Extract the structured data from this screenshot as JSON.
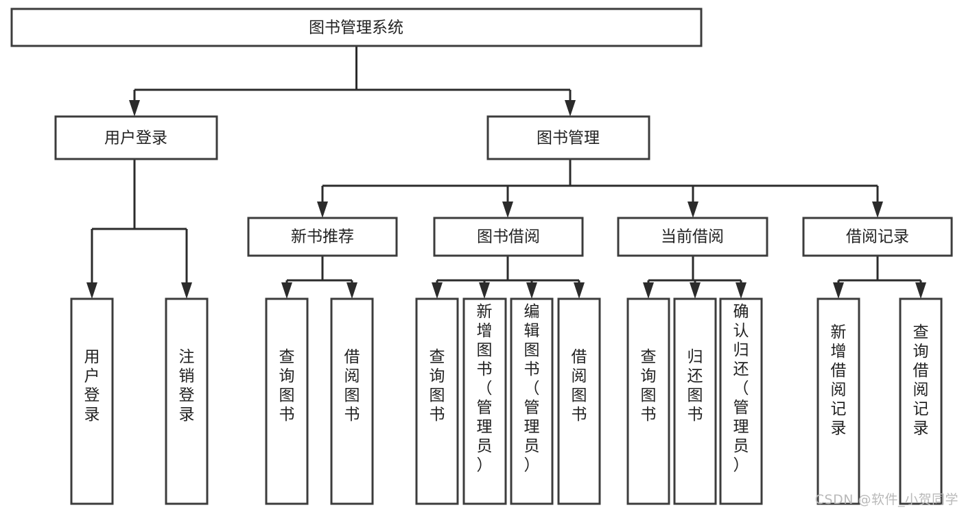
{
  "diagram": {
    "type": "tree-hierarchy-chart",
    "title": "图书管理系统",
    "orientation": "top-down",
    "box_fill": "#ffffff",
    "box_stroke": "#3c3c3c",
    "connector_color": "#2b2b2b",
    "text_color": "#222222",
    "levels": [
      {
        "level": 1,
        "nodes": [
          {
            "id": "root",
            "label": "图书管理系统",
            "text_direction": "horizontal"
          }
        ]
      },
      {
        "level": 2,
        "nodes": [
          {
            "id": "user-login",
            "label": "用户登录",
            "text_direction": "horizontal",
            "parent": "root"
          },
          {
            "id": "book-management",
            "label": "图书管理",
            "text_direction": "horizontal",
            "parent": "root"
          }
        ]
      },
      {
        "level": 3,
        "nodes": [
          {
            "id": "new-book-recommend",
            "label": "新书推荐",
            "text_direction": "horizontal",
            "parent": "book-management"
          },
          {
            "id": "book-borrow",
            "label": "图书借阅",
            "text_direction": "horizontal",
            "parent": "book-management"
          },
          {
            "id": "current-borrow",
            "label": "当前借阅",
            "text_direction": "horizontal",
            "parent": "book-management"
          },
          {
            "id": "borrow-record",
            "label": "借阅记录",
            "text_direction": "horizontal",
            "parent": "book-management"
          }
        ]
      },
      {
        "level": 4,
        "nodes": [
          {
            "id": "leaf-user-login",
            "label": "用户登录",
            "text_direction": "vertical",
            "parent": "user-login"
          },
          {
            "id": "leaf-logout-login",
            "label": "注销登录",
            "text_direction": "vertical",
            "parent": "user-login"
          },
          {
            "id": "leaf-query-book-1",
            "label": "查询图书",
            "text_direction": "vertical",
            "parent": "new-book-recommend"
          },
          {
            "id": "leaf-borrow-book-1",
            "label": "借阅图书",
            "text_direction": "vertical",
            "parent": "new-book-recommend"
          },
          {
            "id": "leaf-query-book-2",
            "label": "查询图书",
            "text_direction": "vertical",
            "parent": "book-borrow"
          },
          {
            "id": "leaf-add-book-admin",
            "label": "新增图书（管理员）",
            "text_direction": "vertical",
            "parent": "book-borrow"
          },
          {
            "id": "leaf-edit-book-admin",
            "label": "编辑图书（管理员）",
            "text_direction": "vertical",
            "parent": "book-borrow"
          },
          {
            "id": "leaf-borrow-book-2",
            "label": "借阅图书",
            "text_direction": "vertical",
            "parent": "book-borrow"
          },
          {
            "id": "leaf-query-book-3",
            "label": "查询图书",
            "text_direction": "vertical",
            "parent": "current-borrow"
          },
          {
            "id": "leaf-return-book",
            "label": "归还图书",
            "text_direction": "vertical",
            "parent": "current-borrow"
          },
          {
            "id": "leaf-confirm-return-admin",
            "label": "确认归还（管理员）",
            "text_direction": "vertical",
            "parent": "current-borrow"
          },
          {
            "id": "leaf-add-borrow-record",
            "label": "新增借阅记录",
            "text_direction": "vertical",
            "parent": "borrow-record"
          },
          {
            "id": "leaf-query-borrow-record",
            "label": "查询借阅记录",
            "text_direction": "vertical",
            "parent": "borrow-record"
          }
        ]
      }
    ]
  },
  "watermark": {
    "text": "CSDN @软件_小贺同学",
    "color": "#b9b9b9"
  }
}
